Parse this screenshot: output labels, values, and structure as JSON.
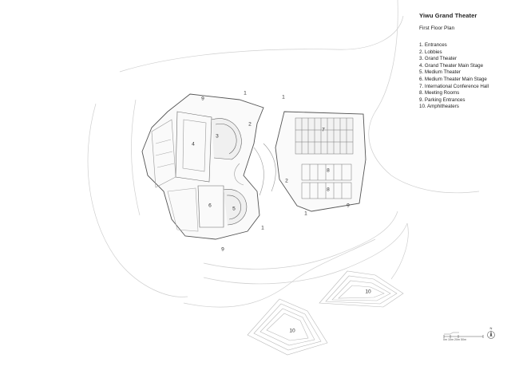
{
  "title": "Yiwu Grand Theater",
  "subtitle": "First Floor Plan",
  "legend": [
    "1. Entrances",
    "2. Lobbies",
    "3. Grand Theater",
    "4. Grand Theater Main Stage",
    "5. Medium Theater",
    "6. Medium Theater Main Stage",
    "7. International Conference Hall",
    "8. Meeting Rooms",
    "9. Parking Entrances",
    "10. Amphitheaters"
  ],
  "plan_labels": {
    "entrance": "1",
    "lobby": "2",
    "grand_theater": "3",
    "grand_stage": "4",
    "medium_theater": "5",
    "medium_stage": "6",
    "conference_hall": "7",
    "meeting_rooms": "8",
    "parking": "9",
    "amphitheater": "10"
  },
  "scale_bar": "0m  10m  20m  50m",
  "north_label": "N",
  "colors": {
    "line": "#555555",
    "light_line": "#bbbbbb",
    "fill": "#f3f3f3"
  }
}
